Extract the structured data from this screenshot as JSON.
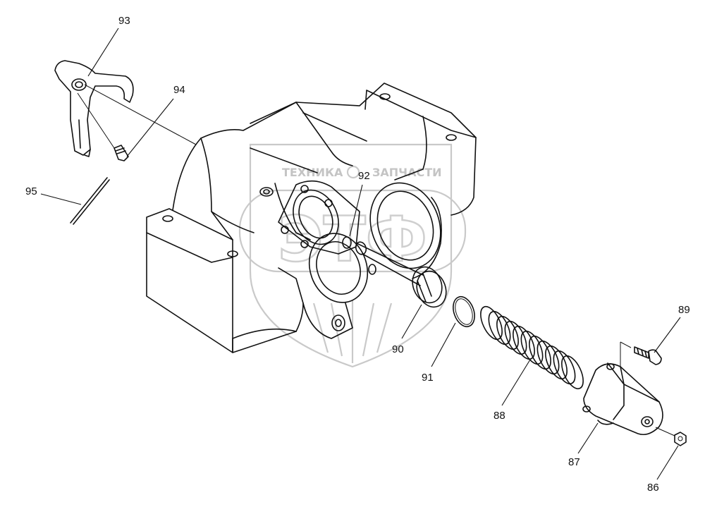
{
  "watermark": {
    "brand_left": "ТЕХНИКА",
    "brand_right": "ЗАПЧАСТИ",
    "logo_letters": "ЭТФ"
  },
  "callouts": {
    "c86": "86",
    "c87": "87",
    "c88": "88",
    "c89": "89",
    "c90": "90",
    "c91": "91",
    "c92": "92",
    "c93": "93",
    "c94": "94",
    "c95": "95"
  }
}
